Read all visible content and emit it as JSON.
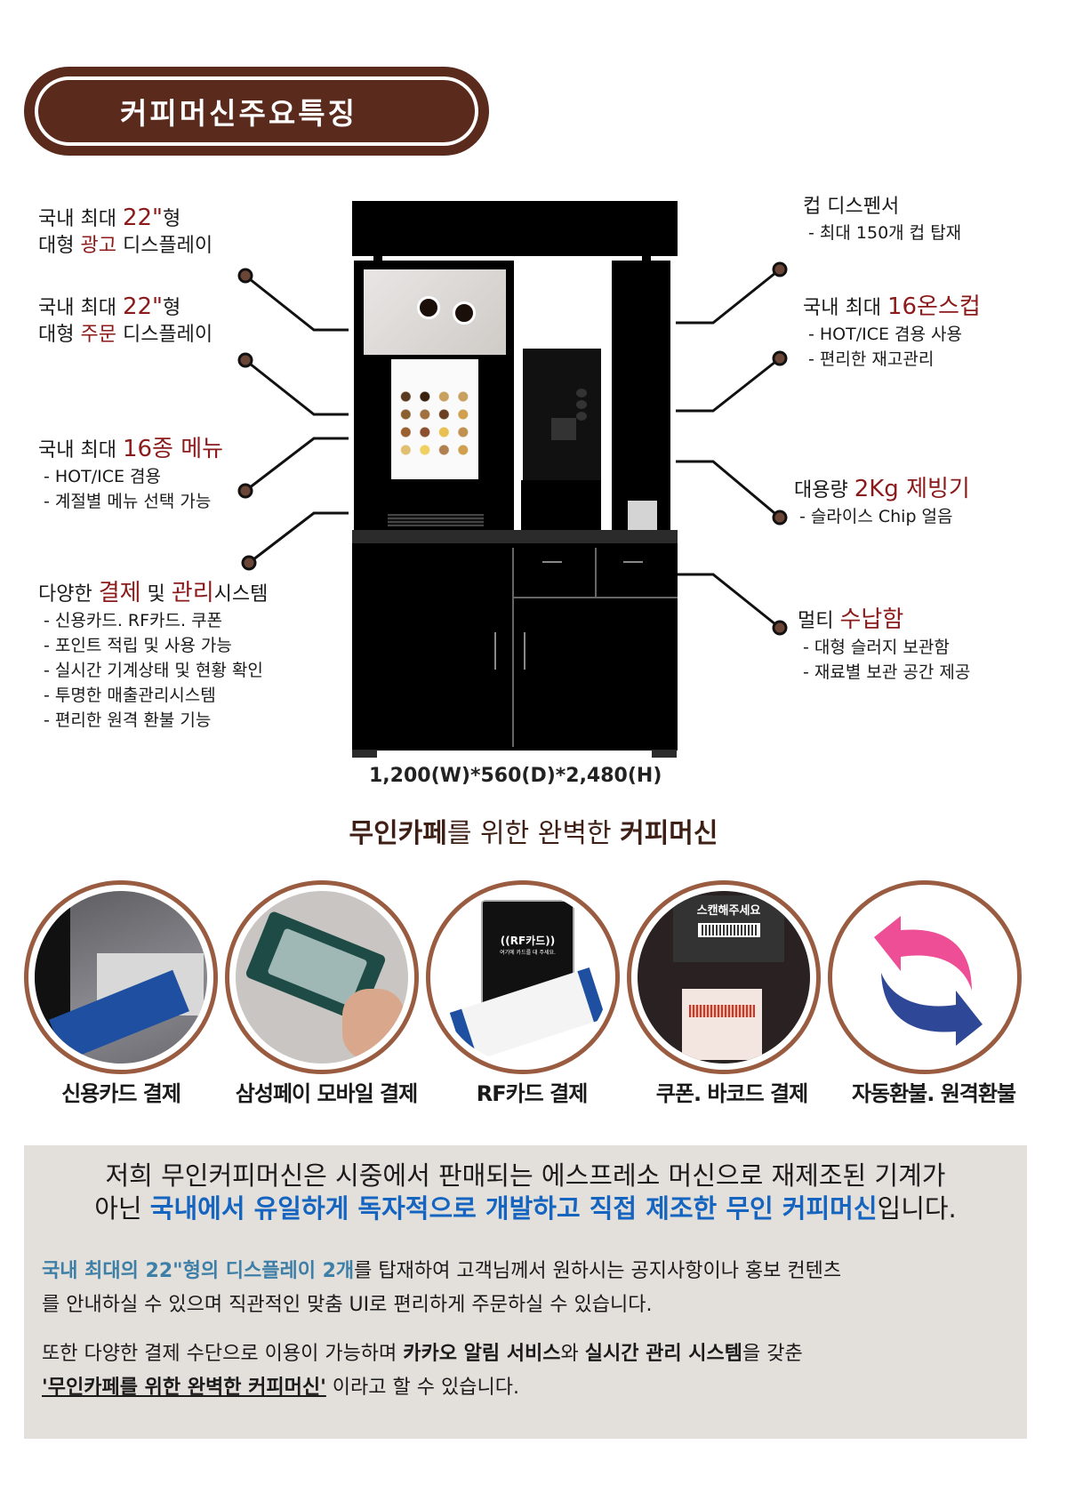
{
  "title": "커피머신주요특징",
  "features_left": [
    {
      "line1_pre": "국내 최대 ",
      "line1_hl": "22\"",
      "line1_post": "형",
      "line2_pre": "대형 ",
      "line2_hl": "광고",
      "line2_post": " 디스플레이"
    },
    {
      "line1_pre": "국내 최대 ",
      "line1_hl": "22\"",
      "line1_post": "형",
      "line2_pre": "대형 ",
      "line2_hl": "주문",
      "line2_post": " 디스플레이"
    },
    {
      "pre": "국내 최대 ",
      "hl": "16종 메뉴",
      "subs": [
        "- HOT/ICE 겸용",
        "- 계절별 메뉴 선택 가능"
      ]
    },
    {
      "pre": "다양한 ",
      "hl1": "결제",
      "mid": " 및 ",
      "hl2": "관리",
      "post": "시스템",
      "subs": [
        "- 신용카드. RF카드. 쿠폰",
        "- 포인트 적립 및 사용 가능",
        "- 실시간 기계상태 및 현황 확인",
        "- 투명한 매출관리시스템",
        "- 편리한 원격 환불 기능"
      ]
    }
  ],
  "features_right": [
    {
      "title": "컵 디스펜서",
      "subs": [
        "- 최대 150개 컵 탑재"
      ]
    },
    {
      "pre": "국내 최대 ",
      "hl": "16온스컵",
      "subs": [
        "- HOT/ICE 겸용 사용",
        "- 편리한 재고관리"
      ]
    },
    {
      "pre": "대용량 ",
      "hl": "2Kg 제빙기",
      "subs": [
        "- 슬라이스 Chip 얼음"
      ]
    },
    {
      "pre": "멀티 ",
      "hl": "수납함",
      "subs": [
        "- 대형 슬러지 보관함",
        "- 재료별 보관 공간 제공"
      ]
    }
  ],
  "dimensions": "1,200(W)*560(D)*2,480(H)",
  "tagline": {
    "b1": "무인카페",
    "mid": "를 위한 완벽한 ",
    "b2": "커피머신"
  },
  "payments": [
    {
      "label": "신용카드 결제",
      "icon": "credit-card-icon"
    },
    {
      "label": "삼성페이 모바일 결제",
      "icon": "mobile-pay-icon"
    },
    {
      "label": "RF카드 결제",
      "icon": "rf-card-icon",
      "screen_text": "((RF카드))",
      "screen_sub": "여기에 카드를 대 주세요."
    },
    {
      "label": "쿠폰. 바코드 결제",
      "icon": "barcode-icon",
      "screen_text": "스캔해주세요"
    },
    {
      "label": "자동환불. 원격환불",
      "icon": "refresh-arrows-icon"
    }
  ],
  "info": {
    "p1_line1": "저희  무인커피머신은 시중에서 판매되는 에스프레소 머신으로 재제조된 기계가",
    "p1_line2_pre": "아닌 ",
    "p1_line2_hl": "국내에서 유일하게 독자적으로 개발하고 직접 제조한 무인 커피머신",
    "p1_line2_post": "입니다.",
    "p2_hl": "국내 최대의 22\"형의 디스플레이 2개",
    "p2_rest1": "를 탑재하여 고객님께서 원하시는 공지사항이나 홍보 컨텐츠",
    "p2_rest2": "를 안내하실 수 있으며 직관적인 맞춤 UI로 편리하게 주문하실 수 있습니다.",
    "p3_pre": "또한 다양한 결제 수단으로 이용이 가능하며 ",
    "p3_b1": "카카오 알림 서비스",
    "p3_mid": "와 ",
    "p3_b2": "실시간 관리 시스템",
    "p3_post": "을 갖춘",
    "p3_quote": "'무인카페를 위한 완벽한 커피머신'",
    "p3_end": " 이라고 할 수 있습니다."
  },
  "colors": {
    "brand_brown": "#5a2a1c",
    "highlight_red": "#8b1a1a",
    "link_blue": "#1565c0",
    "teal": "#3d7fa6",
    "info_bg": "#e3dfdb"
  }
}
